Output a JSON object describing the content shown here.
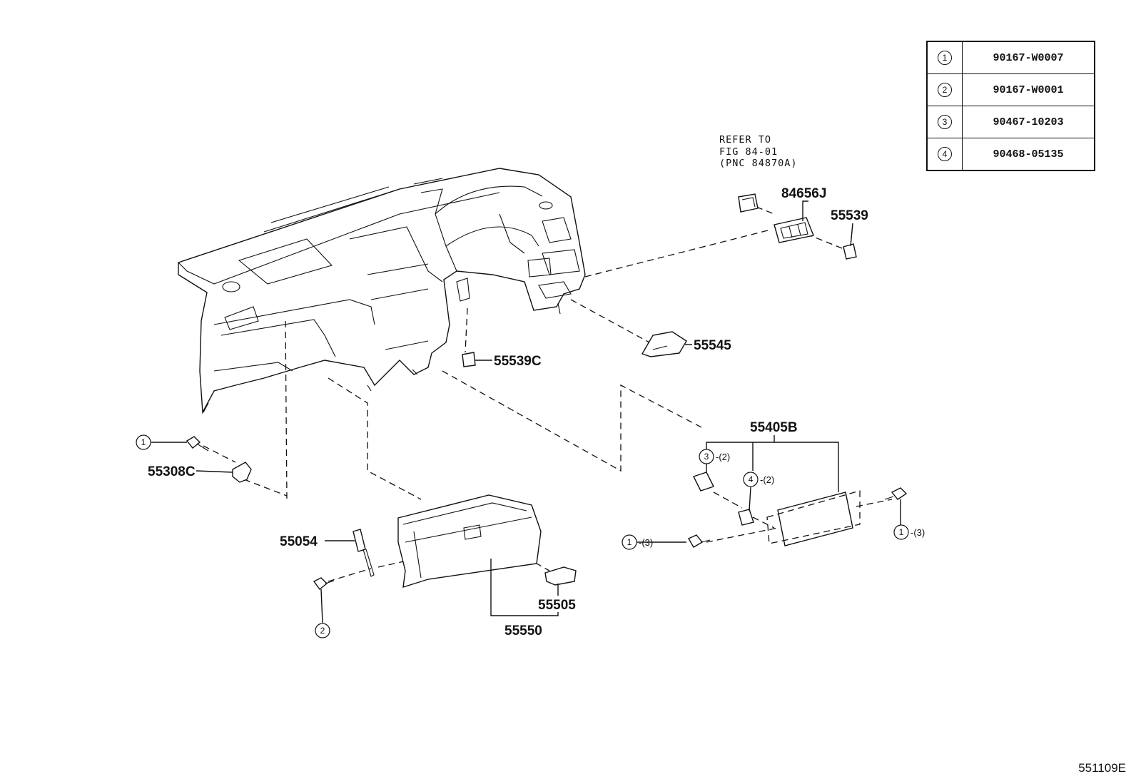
{
  "legend": [
    {
      "num": "1",
      "part": "90167-W0007"
    },
    {
      "num": "2",
      "part": "90167-W0001"
    },
    {
      "num": "3",
      "part": "90467-10203"
    },
    {
      "num": "4",
      "part": "90468-05135"
    }
  ],
  "refer_note": {
    "line1": "REFER TO",
    "line2": "FIG 84-01",
    "line3": "(PNC 84870A)"
  },
  "labels": {
    "p84656J": "84656J",
    "p55539": "55539",
    "p55539C": "55539C",
    "p55545": "55545",
    "p55405B": "55405B",
    "p55308C": "55308C",
    "p55054": "55054",
    "p55505": "55505",
    "p55550": "55550"
  },
  "callouts": {
    "c1_left": "1",
    "c2_bottom": "2",
    "c3_top": "3",
    "c4_mid": "4",
    "c1_lock": "1",
    "c1_right": "1"
  },
  "quantities": {
    "q3_top": "-(2)",
    "q4_mid": "-(2)",
    "q1_lock": "-(3)",
    "q1_right": "-(3)"
  },
  "figure_code": "551109E"
}
